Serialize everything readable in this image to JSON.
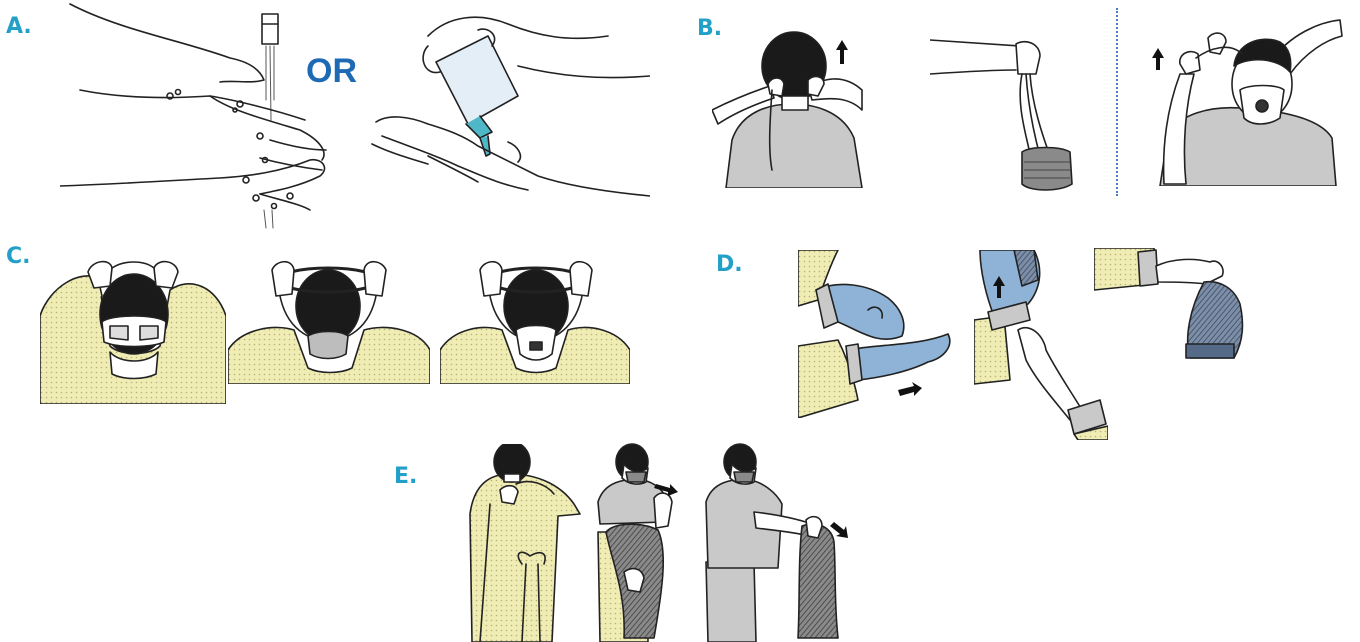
{
  "colors": {
    "label": "#23a0c8",
    "or_text": "#1e6ab4",
    "gown_yellow": "#efecb4",
    "gown_dots": "#b8b27a",
    "glove_blue": "#8fb3d6",
    "glove_dark": "#556a86",
    "shirt_gray": "#c9c9c9",
    "hair_black": "#1a1a1a",
    "line": "#222222",
    "divider": "#4a7cc4",
    "stripe": "#6b6b6b"
  },
  "sections": [
    {
      "id": "A",
      "label": "A."
    },
    {
      "id": "B",
      "label": "B."
    },
    {
      "id": "C",
      "label": "C."
    },
    {
      "id": "D",
      "label": "D."
    },
    {
      "id": "E",
      "label": "E."
    }
  ],
  "or_text": "OR"
}
